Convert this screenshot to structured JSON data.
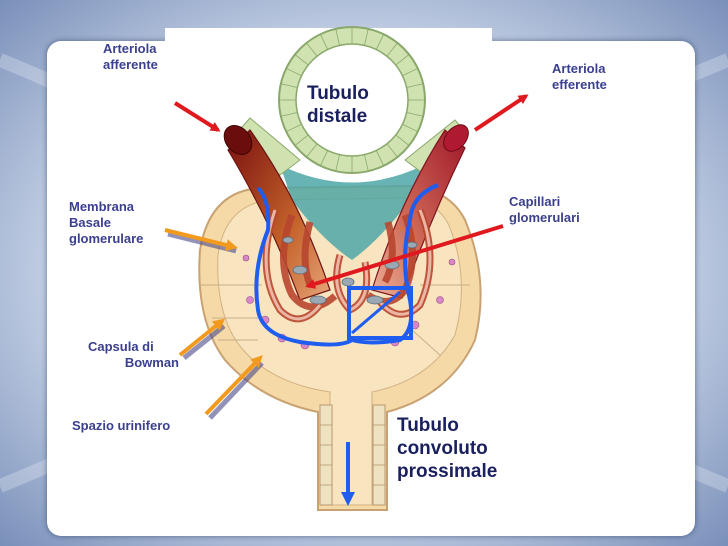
{
  "labels": {
    "arteriola_afferente_1": "Arteriola",
    "arteriola_afferente_2": "afferente",
    "arteriola_efferente_1": "Arteriola",
    "arteriola_efferente_2": "efferente",
    "tubulo_distale_1": "Tubulo",
    "tubulo_distale_2": "distale",
    "membrana_1": "Membrana",
    "membrana_2": "Basale",
    "membrana_3": "glomerulare",
    "capillari_1": "Capillari",
    "capillari_2": "glomerulari",
    "capsula_1": "Capsula di",
    "capsula_2": "Bowman",
    "spazio": "Spazio urinifero",
    "tubulo_conv_1": "Tubulo",
    "tubulo_conv_2": "convoluto",
    "tubulo_conv_3": "prossimale"
  },
  "colors": {
    "background": "#a9bcd8",
    "red_arrow": "#e0191f",
    "orange_arrow": "#f29a1e",
    "blue_line": "#1f5cf0",
    "capsule": "#f5d9a6",
    "vessel": "#b8462e"
  }
}
